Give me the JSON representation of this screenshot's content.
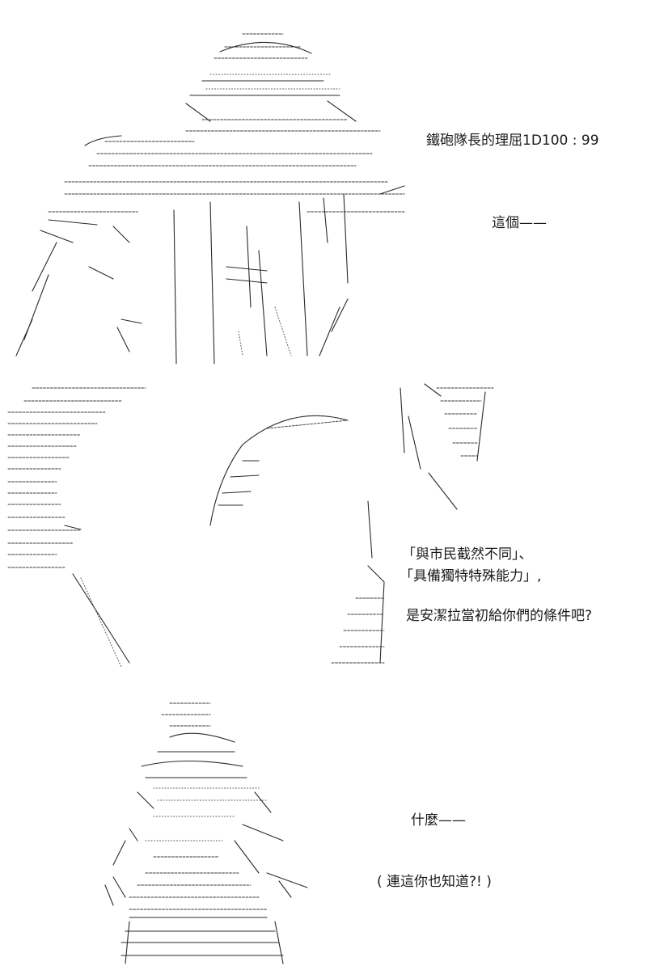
{
  "panel1": {
    "dice_roll": "鐵砲隊長的理屈1D100 : 99",
    "line1": "這個——"
  },
  "panel2": {
    "line1": "「與市民截然不同」、",
    "line2": "「具備獨特特殊能力」,",
    "line3": "是安潔拉當初給你們的條件吧?"
  },
  "panel3": {
    "line1": "什麼——",
    "line2": "( 連這你也知道?! )"
  }
}
